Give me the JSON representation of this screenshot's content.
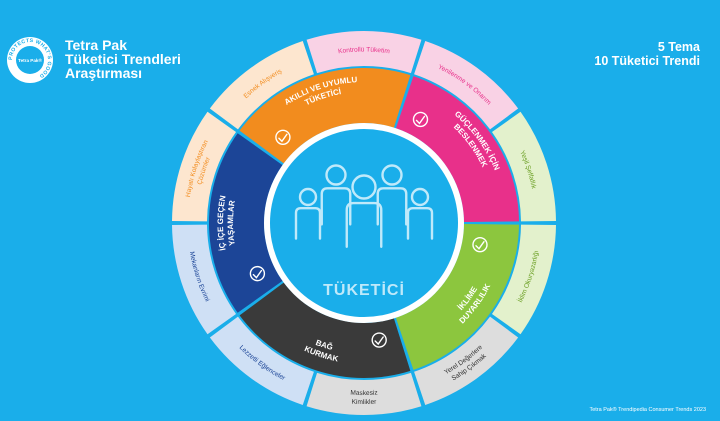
{
  "header": {
    "title_lines": [
      "Tetra Pak",
      "Tüketici Trendleri",
      "Araştırması"
    ],
    "right_lines": [
      "5 Tema",
      "10 Tüketici Trendi"
    ]
  },
  "logo": {
    "outer_text": "PROTECTS WHAT'S GOOD",
    "inner_text": "Tetra Pak®"
  },
  "center": {
    "label": "TÜKETİCİ",
    "icon": "people-group-icon"
  },
  "themes": [
    {
      "lines": [
        "AKILLI VE UYUMLU",
        "TÜKETİCİ"
      ],
      "color": "#f28c1e",
      "icon": "hand-coins-icon"
    },
    {
      "lines": [
        "GÜÇLENMEK İÇİN",
        "BESLENMEK"
      ],
      "color": "#e8308a",
      "icon": "raised-fist-icon"
    },
    {
      "lines": [
        "İKLİME",
        "DUYARLILIK"
      ],
      "color": "#8cc63e",
      "icon": "hand-leaf-icon"
    },
    {
      "lines": [
        "BAĞ",
        "KURMAK"
      ],
      "color": "#3a3a3a",
      "icon": "handshake-icon"
    },
    {
      "lines": [
        "İÇ İÇE GEÇEN",
        "YAŞAMLAR"
      ],
      "color": "#1c4597",
      "icon": "devices-icon"
    }
  ],
  "trends": [
    {
      "lines": [
        "Esnek Alışveriş"
      ],
      "color": "#fde6cf",
      "text_color": "#f28c1e"
    },
    {
      "lines": [
        "Kontrollü Tüketim"
      ],
      "color": "#f9d2e5",
      "text_color": "#e8308a"
    },
    {
      "lines": [
        "Yenilenme ve Onarım"
      ],
      "color": "#f9d2e5",
      "text_color": "#e8308a"
    },
    {
      "lines": [
        "Yeşil Şeffaflık"
      ],
      "color": "#e3f1cc",
      "text_color": "#6a9e22"
    },
    {
      "lines": [
        "İklim Okuryazarlığı"
      ],
      "color": "#e3f1cc",
      "text_color": "#6a9e22"
    },
    {
      "lines": [
        "Yerel Değerlere",
        "Sahip Çıkmak"
      ],
      "color": "#dddddd",
      "text_color": "#333333"
    },
    {
      "lines": [
        "Maskesiz",
        "Kimlikler"
      ],
      "color": "#dddddd",
      "text_color": "#333333"
    },
    {
      "lines": [
        "Lezzetli Eğlenceler"
      ],
      "color": "#cfe0f5",
      "text_color": "#1c4597"
    },
    {
      "lines": [
        "Mekanların Evrimi"
      ],
      "color": "#cfe0f5",
      "text_color": "#1c4597"
    },
    {
      "lines": [
        "Hayatı Kolaylaştıran",
        "Çözümler"
      ],
      "color": "#fde6cf",
      "text_color": "#f28c1e"
    }
  ],
  "credit": "Tetra Pak® Trendipedia Consumer Trends 2023"
}
